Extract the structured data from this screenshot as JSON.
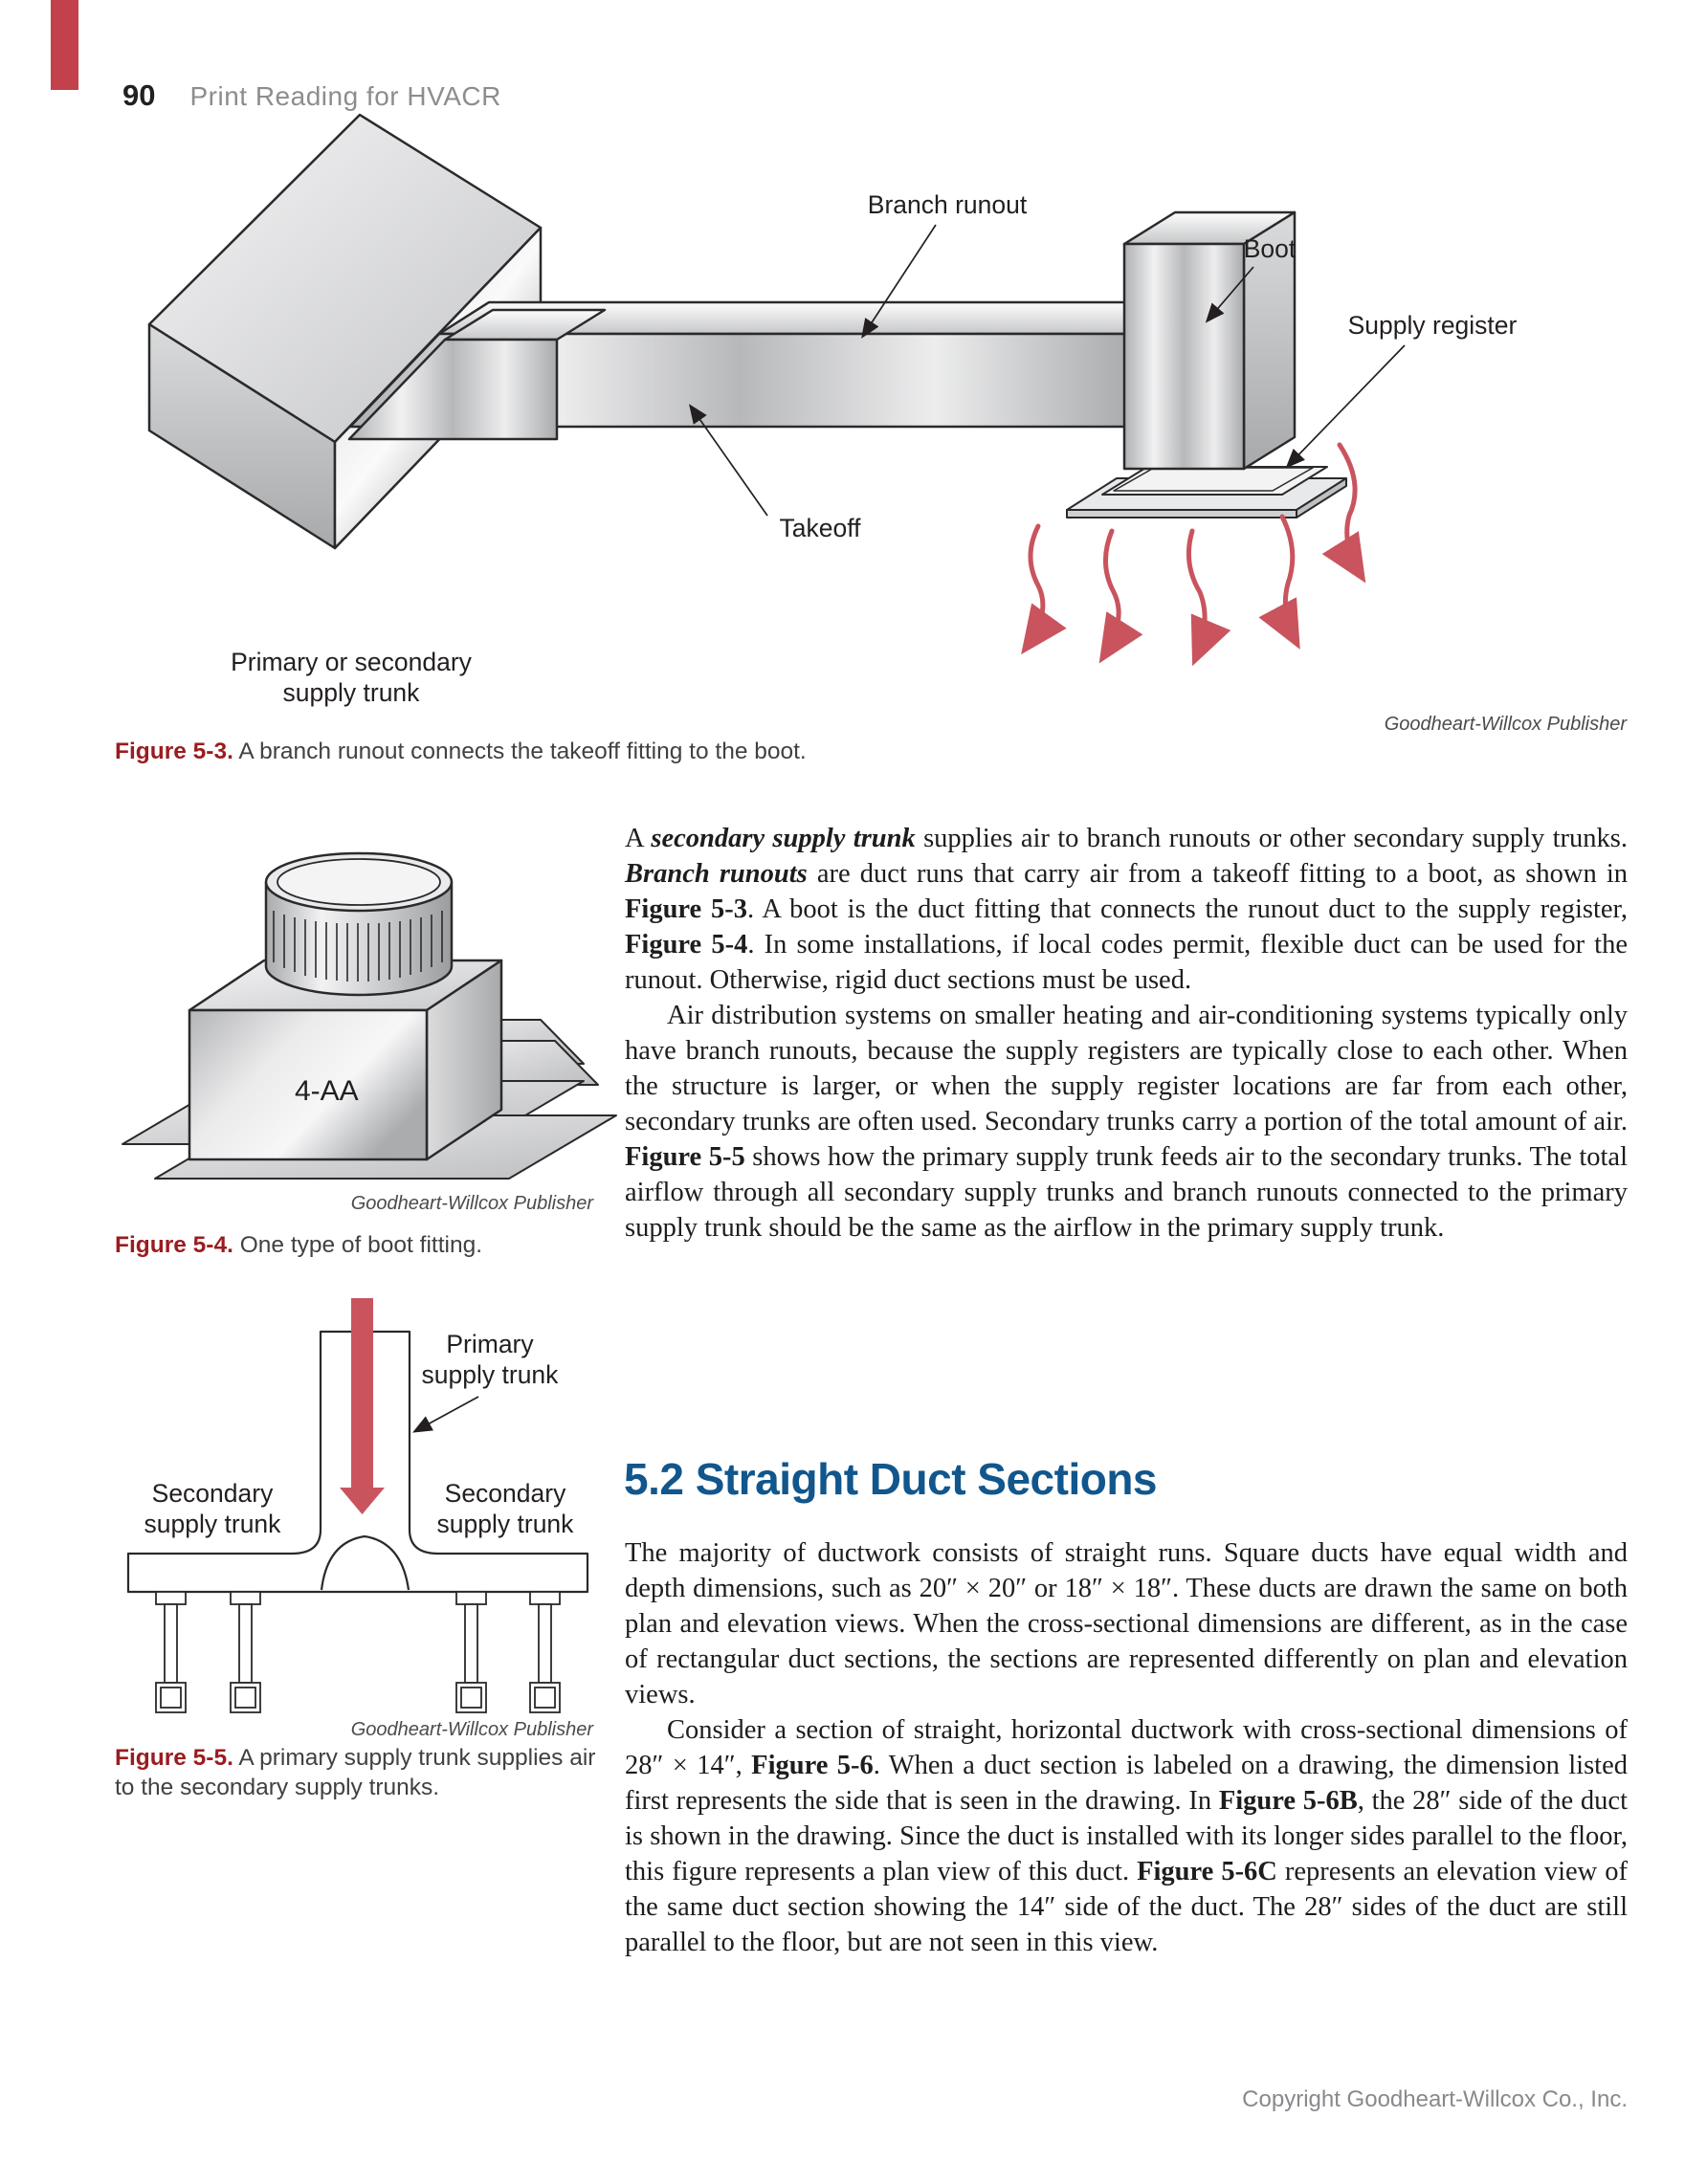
{
  "page": {
    "number": "90",
    "running_title": "Print Reading for HVACR",
    "footer": "Copyright Goodheart-Willcox Co., Inc.",
    "accent_red": "#9a1c1f",
    "heading_blue": "#11568c",
    "arrow_red": "#c9545e",
    "tab_red": "#c2414a"
  },
  "section": {
    "heading": "5.2 Straight Duct Sections"
  },
  "figure_5_3": {
    "labels": {
      "branch_runout": "Branch runout",
      "boot": "Boot",
      "supply_register": "Supply register",
      "takeoff": "Takeoff",
      "trunk_line1": "Primary or secondary",
      "trunk_line2": "supply trunk"
    },
    "credit": "Goodheart-Willcox Publisher",
    "caption_label": "Figure 5-3.",
    "caption_text": " A branch runout connects the takeoff fitting to the boot."
  },
  "figure_5_4": {
    "part_label": "4-AA",
    "credit": "Goodheart-Willcox Publisher",
    "caption_label": "Figure 5-4.",
    "caption_text": " One type of boot fitting."
  },
  "figure_5_5": {
    "labels": {
      "primary_line1": "Primary",
      "primary_line2": "supply trunk",
      "secondary_left_line1": "Secondary",
      "secondary_left_line2": "supply trunk",
      "secondary_right_line1": "Secondary",
      "secondary_right_line2": "supply trunk"
    },
    "credit": "Goodheart-Willcox Publisher",
    "caption_label": "Figure 5-5.",
    "caption_text": " A primary supply trunk supplies air to the secondary supply trunks."
  },
  "body": {
    "para1": [
      {
        "t": "A "
      },
      {
        "t": "secondary supply trunk",
        "b": 1,
        "i": 1
      },
      {
        "t": " supplies air to branch runouts or other secondary supply trunks. "
      },
      {
        "t": "Branch runouts",
        "b": 1,
        "i": 1
      },
      {
        "t": " are duct runs that carry air from a takeoff fitting to a boot, as shown in "
      },
      {
        "t": "Figure 5-3",
        "b": 1
      },
      {
        "t": ". A boot is the duct fitting that connects the runout duct to the supply register, "
      },
      {
        "t": "Figure 5-4",
        "b": 1
      },
      {
        "t": ". In some installations, if local codes permit, flexible duct can be used for the runout. Otherwise, rigid duct sections must be used."
      }
    ],
    "para2": [
      {
        "t": "Air distribution systems on smaller heating and air-conditioning systems typically only have branch runouts, because the supply registers are typically close to each other. When the structure is larger, or when the supply register locations are far from each other, secondary trunks are often used. Secondary trunks carry a portion of the total amount of air. "
      },
      {
        "t": "Figure 5-5",
        "b": 1
      },
      {
        "t": " shows how the primary supply trunk feeds air to the secondary trunks. The total airflow through all secondary supply trunks and branch runouts connected to the primary supply trunk should be the same as the airflow in the primary supply trunk."
      }
    ],
    "para3": [
      {
        "t": "The majority of ductwork consists of straight runs. Square ducts have equal width and depth dimensions, such as 20″ × 20″ or 18″ × 18″. These ducts are drawn the same on both plan and elevation views. When the cross-sectional dimensions are different, as in the case of rectangular duct sections, the sections are represented differently on plan and elevation views."
      }
    ],
    "para4": [
      {
        "t": "Consider a section of straight, horizontal ductwork with cross-sectional dimensions of 28″ × 14″, "
      },
      {
        "t": "Figure 5-6",
        "b": 1
      },
      {
        "t": ". When a duct section is labeled on a drawing, the dimension listed first represents the side that is seen in the drawing. In "
      },
      {
        "t": "Figure 5-6B",
        "b": 1
      },
      {
        "t": ", the 28″ side of the duct is shown in the drawing. Since the duct is installed with its longer sides parallel to the floor, this figure represents a plan view of this duct. "
      },
      {
        "t": "Figure 5-6C",
        "b": 1
      },
      {
        "t": " represents an elevation view of the same duct section showing the 14″ side of the duct. The 28″ sides of the duct are still parallel to the floor, but are not seen in this view."
      }
    ]
  }
}
